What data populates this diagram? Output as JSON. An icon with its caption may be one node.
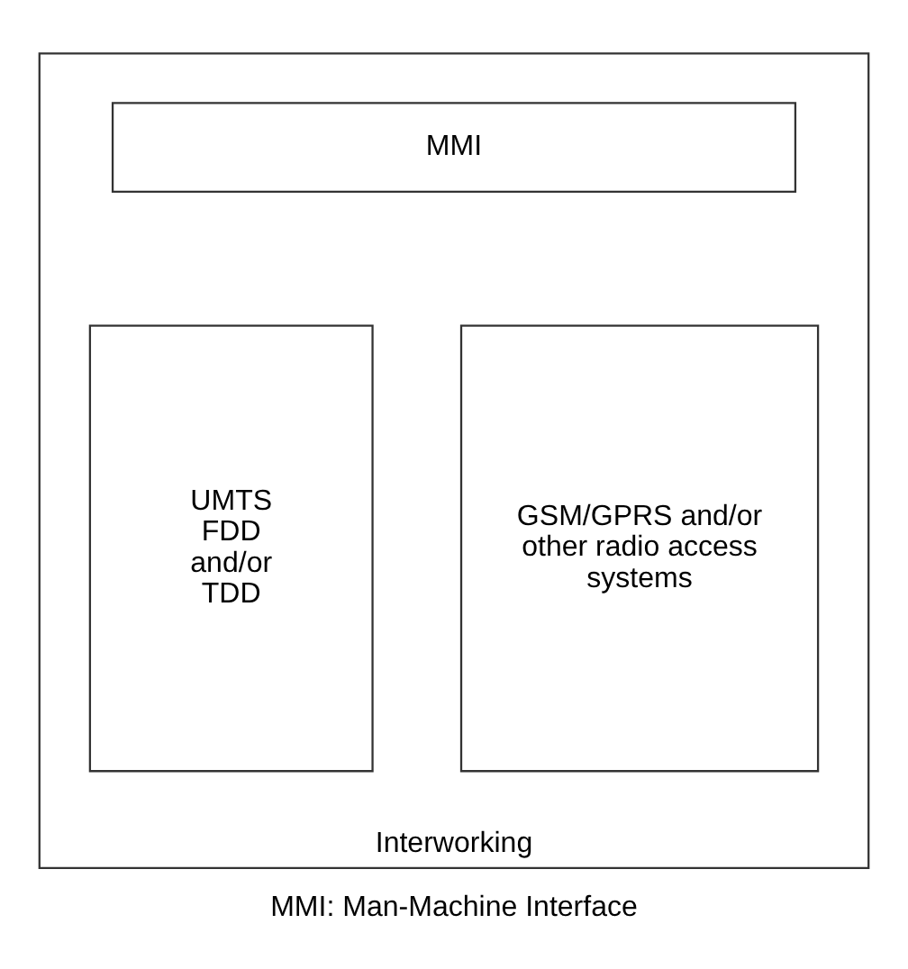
{
  "diagram": {
    "caption": "MMI: Man-Machine Interface",
    "nodes": [
      {
        "text": [
          "Interworking"
        ]
      },
      {
        "text": [
          "MMI"
        ],
        "in": 0
      },
      {
        "text": [
          "UMTS FDD and/or TDD"
        ],
        "in": 0
      },
      {
        "text": [
          "GSM/GPRS and/or other radio access systems"
        ],
        "in": 0
      }
    ],
    "edges": []
  }
}
